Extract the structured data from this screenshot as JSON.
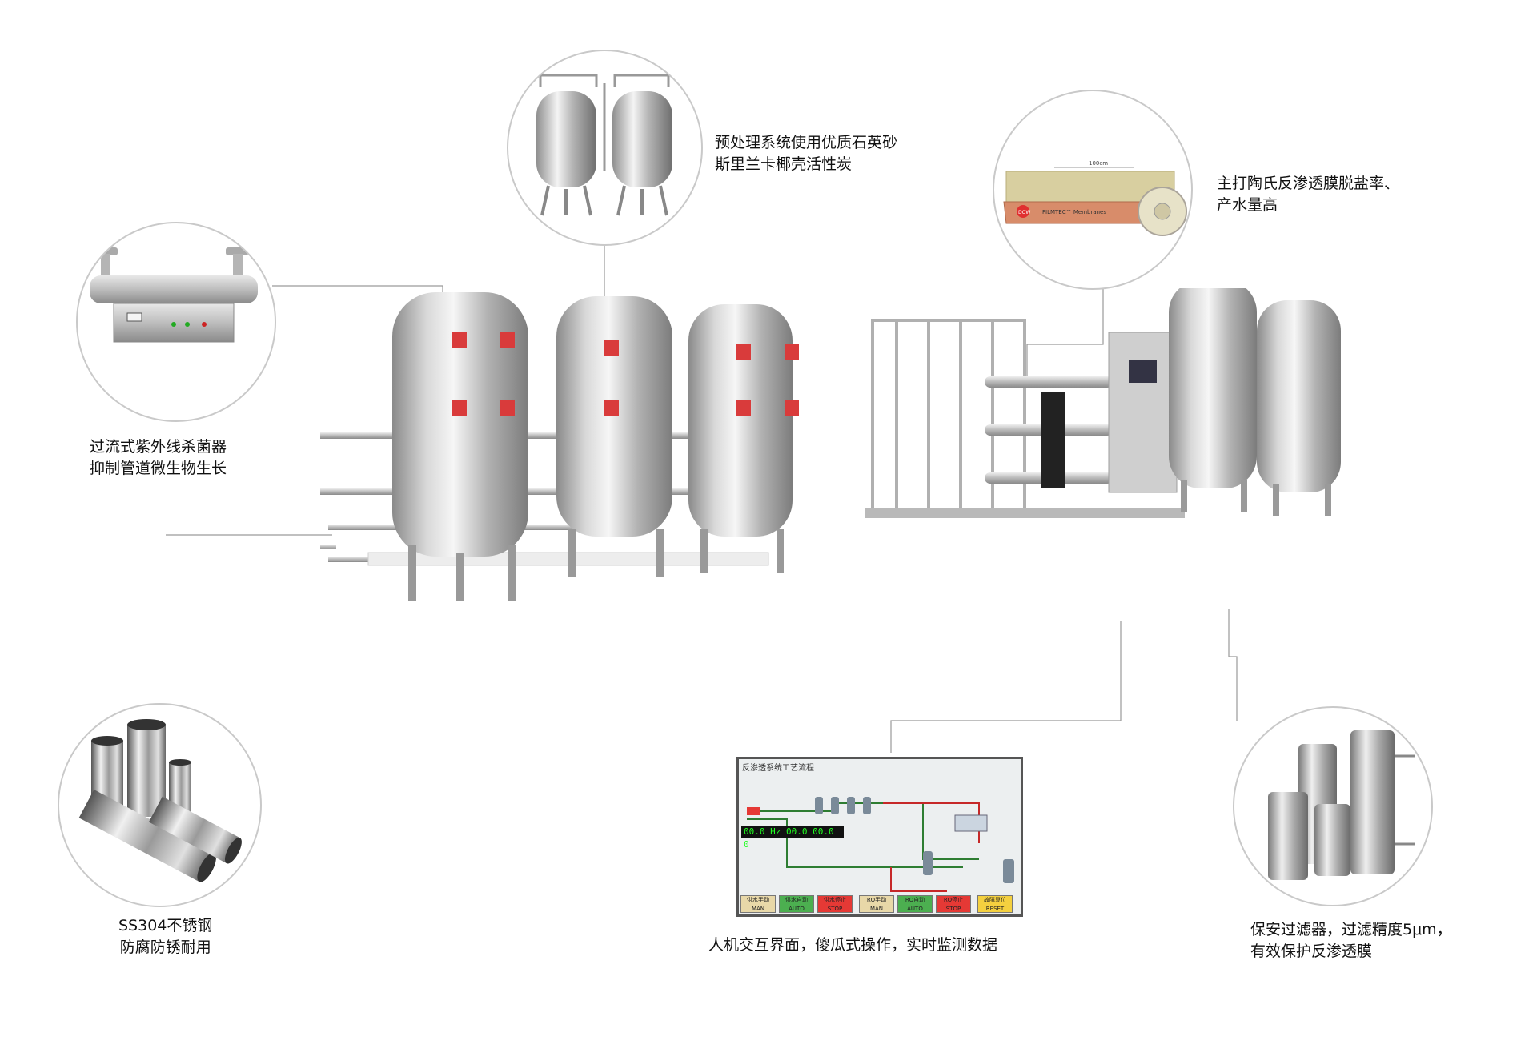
{
  "callouts": {
    "pretreatment": {
      "line1": "预处理系统使用优质石英砂",
      "line2": "斯里兰卡椰壳活性炭"
    },
    "membrane": {
      "line1": "主打陶氏反渗透膜脱盐率、",
      "line2": "产水量高"
    },
    "uv": {
      "line1": "过流式紫外线杀菌器",
      "line2": "抑制管道微生物生长"
    },
    "steel": {
      "line1": "SS304不锈钢",
      "line2": "防腐防锈耐用"
    },
    "hmi": {
      "line1": "人机交互界面，傻瓜式操作，实时监测数据"
    },
    "filter": {
      "line1": "保安过滤器，过滤精度5μm，",
      "line2": "有效保护反渗透膜"
    }
  },
  "membrane_label": {
    "brand": "DOW",
    "product": "FILMTEC™ Membranes",
    "length": "100cm"
  },
  "hmi_screen": {
    "title": "反渗透系统工艺流程",
    "readout": "00.0 Hz 00.0 00.0 0",
    "buttons": [
      {
        "label": "供水手动",
        "sub": "MAN"
      },
      {
        "label": "供水自动",
        "sub": "AUTO"
      },
      {
        "label": "供水停止",
        "sub": "STOP"
      },
      {
        "label": "RO手动",
        "sub": "MAN"
      },
      {
        "label": "RO自动",
        "sub": "AUTO"
      },
      {
        "label": "RO停止",
        "sub": "STOP"
      },
      {
        "label": "故障复位",
        "sub": "RESET"
      }
    ],
    "colors": {
      "man": "#e8d8a8",
      "auto": "#4caf50",
      "stop": "#e53935",
      "reset": "#f4d03f"
    }
  },
  "icons": [
    "uv-sterilizer-icon",
    "sand-filter-tanks-icon",
    "ro-membrane-icon",
    "steel-pipes-icon",
    "cartridge-filter-icon",
    "hmi-screen-icon"
  ]
}
